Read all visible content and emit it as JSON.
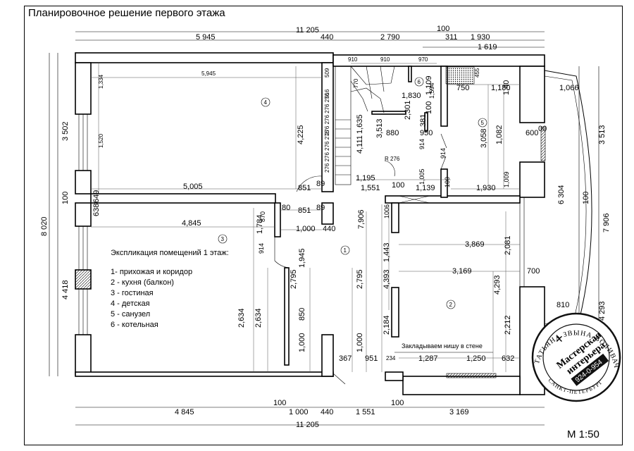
{
  "title": "Планировочное решение первого этажа",
  "scale": "М 1:50",
  "legend": {
    "heading": "Экспликация помещений 1 этаж:",
    "items": [
      "1- прихожая и коридор",
      "2 - кухня (балкон)",
      "3 - гостиная",
      "4 - детская",
      "5 - санузел",
      "6 - котельная"
    ]
  },
  "rooms": [
    "1",
    "2",
    "3",
    "4",
    "5",
    "6"
  ],
  "note": "Закладываем нишу в стене",
  "stamp": {
    "name": "ТАТЬЯНА ЗВЫНА-ВОЛИВАЧ",
    "studio_line1": "Мастерская",
    "studio_line2": "интерьера",
    "phone": "924-0-954",
    "city": "САНКТ-ПЕТЕРБУРГ"
  },
  "dims": {
    "top_total": "11 205",
    "top_5945": "5 945",
    "top_440": "440",
    "top_2790": "2 790",
    "top_100": "100",
    "top_311": "311",
    "top_1930": "1 930",
    "top_1619": "1 619",
    "bot_total": "11 205",
    "bot_4845": "4 845",
    "bot_100a": "100",
    "bot_1000": "1 000",
    "bot_440": "440",
    "bot_1551": "1 551",
    "bot_100b": "100",
    "bot_3169": "3 169",
    "left_8020": "8 020",
    "left_3502": "3 502",
    "left_100": "100",
    "left_4418": "4 418",
    "right_7906": "7 906",
    "right_3513": "3 513",
    "right_100": "100",
    "right_6304": "6 304",
    "right_4293": "4 293",
    "i_5945": "5,945",
    "i_1334": "1,334",
    "i_1520": "1,520",
    "i_4225": "4,225",
    "i_649": "649",
    "i_638": "638",
    "i_100": "100",
    "i_5005": "5,005",
    "i_851a": "851",
    "i_89a": "89",
    "i_851b": "851",
    "i_89b": "89",
    "i_80": "80",
    "i_4845": "4,845",
    "i_1784": "1,784",
    "i_870": "870",
    "i_1000a": "1,000",
    "i_440": "440",
    "i_914a": "914",
    "i_1945": "1,945",
    "i_2795a": "2,795",
    "i_2795b": "2,795",
    "i_2634a": "2,634",
    "i_2634b": "2,634",
    "i_850": "850",
    "i_1000b": "1,000",
    "i_367": "367",
    "i_1000c": "1,000",
    "i_951": "951",
    "i_234": "234",
    "i_910a": "910",
    "i_910b": "910",
    "i_970": "970",
    "i_509": "509",
    "i_516": "516",
    "i_276s": "276 276 276 276",
    "i_276t": "276 276 276 276",
    "i_770": "770",
    "i_1830": "1,830",
    "i_1109": "1,109",
    "i_1635": "1,635",
    "i_3513": "3,513",
    "i_880": "880",
    "i_950": "950",
    "i_4111": "4,111",
    "i_2301": "2,301",
    "i_381": "381",
    "i_100b": "100",
    "i_R276": "R 276",
    "i_1594": "1,594",
    "i_750": "750",
    "i_455": "455",
    "i_1180": "1,180",
    "i_1402": "1,40",
    "i_1066": "1,066",
    "i_3058": "3,058",
    "i_1082": "1,082",
    "i_600": "600",
    "i_100c": "00",
    "i_914b": "914",
    "i_914c": "914",
    "i_1195": "1,195",
    "i_1551": "1,551",
    "i_100d": "100",
    "i_1005": "1,005",
    "i_1139": "1,139",
    "i_100e": "100",
    "i_1930": "1,930",
    "i_1009": "1,009",
    "i_1006": "1006",
    "i_7906": "7,906",
    "i_1443": "1,443",
    "i_3869": "3,869",
    "i_2081": "2,081",
    "i_3169": "3,169",
    "i_700": "700",
    "i_4393": "4,393",
    "i_4293": "4,293",
    "i_810": "810",
    "i_2184": "2,184",
    "i_2212": "2,212",
    "i_1287": "1,287",
    "i_1250": "1,250",
    "i_632": "632"
  }
}
